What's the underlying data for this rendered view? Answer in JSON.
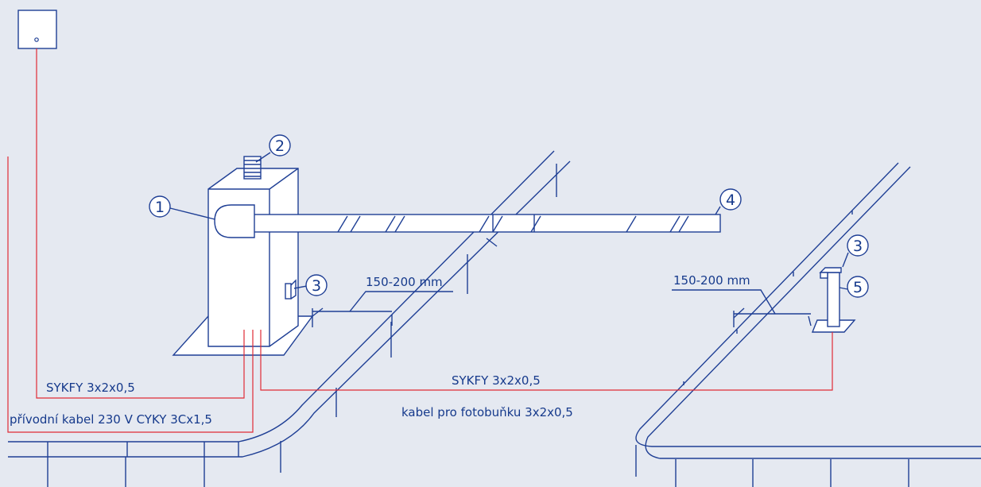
{
  "callouts": {
    "n1": "1",
    "n2": "2",
    "n3": "3",
    "n4": "4",
    "n3b": "3",
    "n5": "5"
  },
  "dimensions": {
    "left": "150-200 mm",
    "right": "150-200 mm"
  },
  "cables": {
    "sykfy_left": "SYKFY 3x2x0,5",
    "power": "přívodní kabel 230 V CYKY 3Cx1,5",
    "sykfy_right": "SYKFY 3x2x0,5",
    "photocell": "kabel pro fotobuňku 3x2x0,5"
  },
  "colors": {
    "background": "#e5e9f1",
    "line": "#1f3f95",
    "text": "#163a8c",
    "cable": "#e02b35"
  }
}
